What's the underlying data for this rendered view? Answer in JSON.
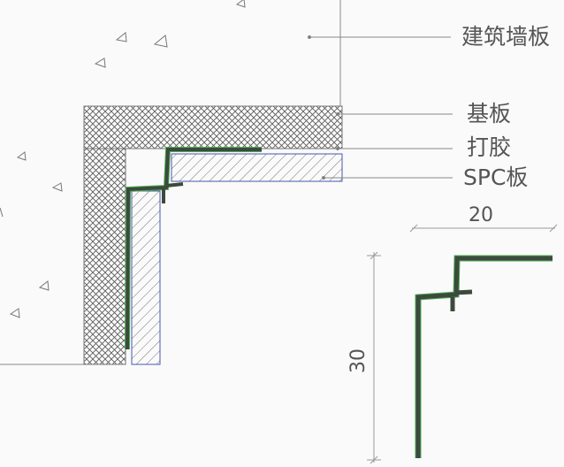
{
  "labels": {
    "wall_panel": "建筑墙板",
    "substrate": "基板",
    "sealant": "打胶",
    "spc_board": "SPC板"
  },
  "dimensions": {
    "width": "20",
    "height": "30"
  },
  "colors": {
    "profile": "#3c4a3e",
    "profile_edge": "#4caf50",
    "panel_outline": "#4a55b0",
    "line": "#8a8a8a"
  }
}
